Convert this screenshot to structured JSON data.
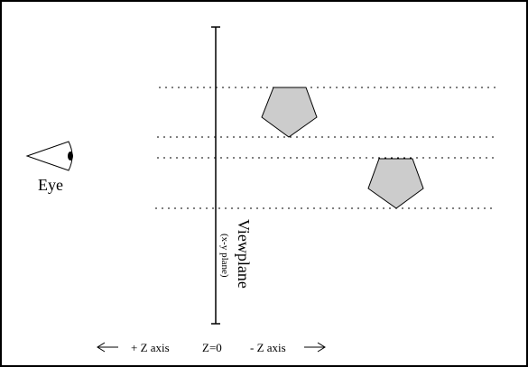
{
  "labels": {
    "eye": "Eye",
    "viewplane": "Viewplane",
    "viewplane_sub": "(x-y plane)",
    "plus_z": "+ Z axis",
    "z_zero": "Z=0",
    "minus_z": "- Z axis"
  },
  "colors": {
    "pentagon_fill": "#cccccc",
    "stroke": "#000000",
    "background": "#ffffff"
  },
  "icons": {
    "left_arrow": "arrow-left-icon",
    "right_arrow": "arrow-right-icon",
    "eye": "eye-icon"
  }
}
